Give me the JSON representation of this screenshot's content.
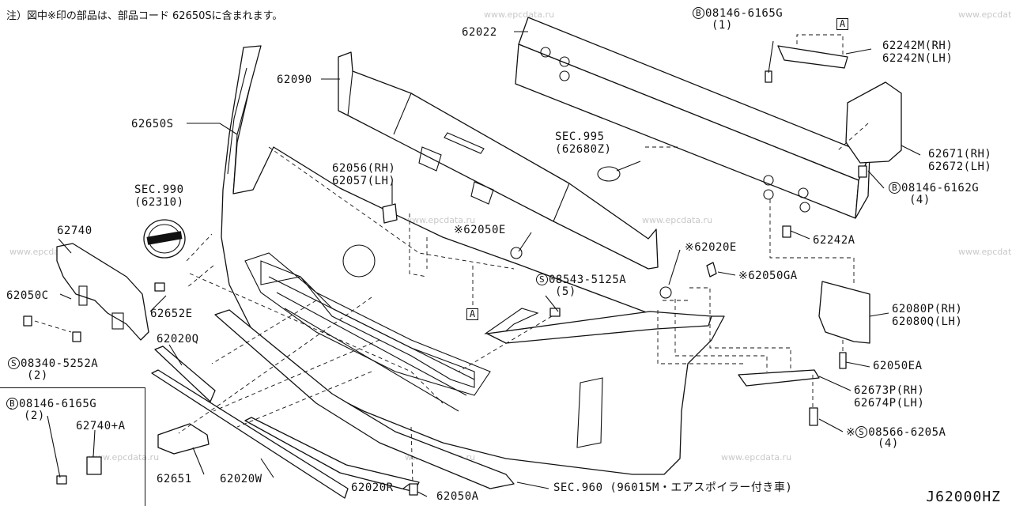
{
  "note": "注）図中※印の部品は、部品コード 62650Sに含まれます。",
  "diagram_code": "J62000HZ",
  "watermark": "www.epcdata.ru",
  "marks": {
    "circle_b": "B",
    "circle_s": "S",
    "box_a": "A"
  },
  "labels": {
    "l62022": "62022",
    "l62090": "62090",
    "l62650S": "62650S",
    "lSec990": "SEC.990",
    "l62310": "(62310)",
    "l62740": "62740",
    "l62050C": "62050C",
    "l62652E": "62652E",
    "l08340": "08340-5252A",
    "l08340q": "(2)",
    "l62020Q": "62020Q",
    "l62651": "62651",
    "l62020W": "62020W",
    "l62020R": "62020R",
    "l62050A": "62050A",
    "lSec960": "SEC.960 (96015M・エアスポイラー付き車)",
    "l62056": "62056(RH)",
    "l62057": "62057(LH)",
    "lSec995": "SEC.995",
    "l62680Z": "(62680Z)",
    "l62050E": "※62050E",
    "l08543": "08543-5125A",
    "l08543q": "(5)",
    "l08146a": "08146-6165G",
    "l08146aq": "(1)",
    "l62242M": "62242M(RH)",
    "l62242N": "62242N(LH)",
    "l62671": "62671(RH)",
    "l62672": "62672(LH)",
    "l08146b": "08146-6162G",
    "l08146bq": "(4)",
    "l62242A": "62242A",
    "l62020E": "※62020E",
    "l62050GA": "※62050GA",
    "l62080P": "62080P(RH)",
    "l62080Q": "62080Q(LH)",
    "l62050EA": "62050EA",
    "l62673P": "62673P(RH)",
    "l62674P": "62674P(LH)",
    "l08566": "08566-6205A",
    "l08566q": "(4)",
    "l08146c": "08146-6165G",
    "l08146cq": "(2)",
    "l62740A": "62740+A"
  }
}
